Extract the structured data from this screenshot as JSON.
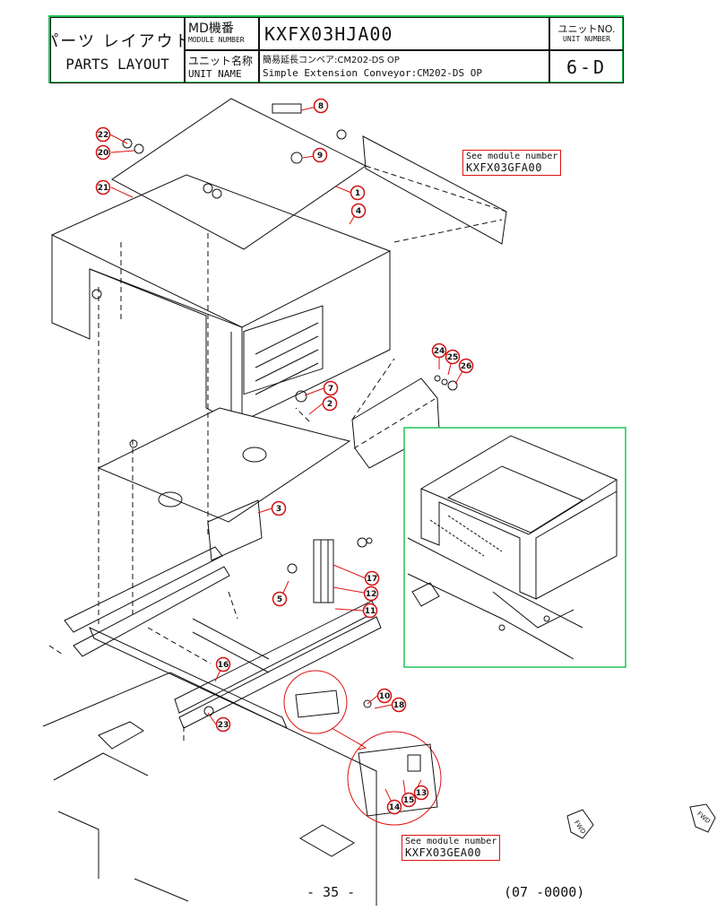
{
  "title_block": {
    "parts_layout_jp": "パーツ レイアウト",
    "parts_layout_en": "PARTS LAYOUT",
    "md_label_jp": "MD機番",
    "module_number_label": "MODULE NUMBER",
    "module_number": "KXFX03HJA00",
    "unit_label_jp": "ユニット名称",
    "unit_name_label": "UNIT NAME",
    "unit_name_jp": "簡易延長コンベア:CM202-DS OP",
    "unit_name_en": "Simple Extension Conveyor:CM202-DS OP",
    "unit_no_label_jp": "ユニットNO.",
    "unit_number_label": "UNIT NUMBER",
    "unit_number": "6-D"
  },
  "references": [
    {
      "label": "See module number",
      "number": "KXFX03GFA00"
    },
    {
      "label": "See module number",
      "number": "KXFX03GEA00"
    }
  ],
  "callouts": [
    "22",
    "20",
    "21",
    "8",
    "9",
    "1",
    "4",
    "7",
    "2",
    "24",
    "25",
    "26",
    "3",
    "17",
    "12",
    "11",
    "5",
    "16",
    "10",
    "18",
    "23",
    "13",
    "15",
    "14"
  ],
  "page": {
    "number": "- 35 -",
    "code": "(07 -0000)"
  },
  "colors": {
    "title_border": "#22c35a",
    "callout": "#d11111",
    "inset_border": "#22c35a",
    "line": "#111111"
  },
  "icons": [
    "fwd-direction-icon",
    "fwd-direction-icon"
  ]
}
